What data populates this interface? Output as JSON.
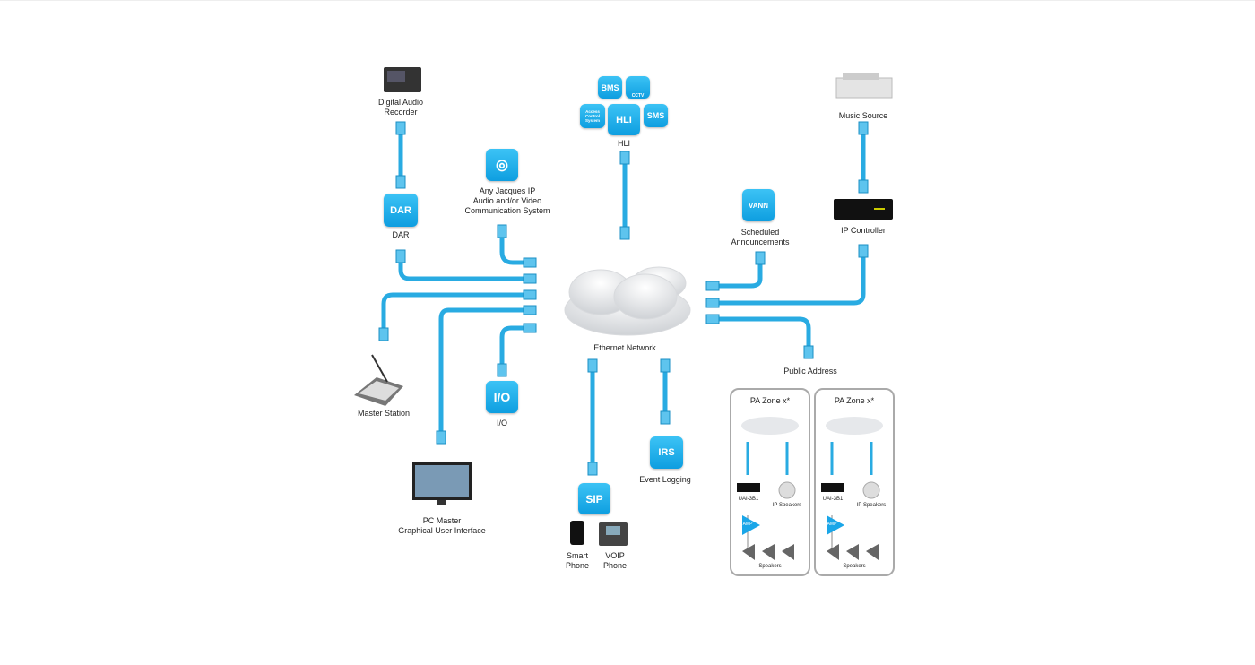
{
  "colors": {
    "cable": "#29abe2",
    "icon": "#1aa6e8"
  },
  "nodes": {
    "dar_device": [
      "Digital Audio",
      "Recorder"
    ],
    "dar": {
      "icon": "DAR",
      "label": "DAR"
    },
    "jacques": [
      "Any Jacques IP",
      "Audio and/or Video",
      "Communication System"
    ],
    "master": "Master Station",
    "pc": [
      "PC Master",
      "Graphical User Interface"
    ],
    "io": {
      "icon": "I/O",
      "label": "I/O"
    },
    "hli": {
      "icon": "HLI",
      "label": "HLI",
      "bms": "BMS",
      "cctv": "CCTV",
      "acs": [
        "Access",
        "Control",
        "System"
      ],
      "sms": "SMS"
    },
    "network": "Ethernet Network",
    "sip": {
      "icon": "SIP",
      "smart": [
        "Smart",
        "Phone"
      ],
      "voip": [
        "VOIP",
        "Phone"
      ]
    },
    "irs": {
      "icon": "IRS",
      "label": "Event Logging"
    },
    "vann": {
      "icon": "VANN",
      "label": [
        "Scheduled",
        "Announcements"
      ]
    },
    "music": "Music Source",
    "ipc": "IP Controller",
    "pa": "Public Address"
  },
  "zones": [
    {
      "title": "PA Zone x*",
      "uai": "UAI-3B1",
      "ips": "IP Speakers",
      "amp": "AMP",
      "speakers": "Speakers"
    },
    {
      "title": "PA Zone x*",
      "uai": "UAI-3B1",
      "ips": "IP Speakers",
      "amp": "AMP",
      "speakers": "Speakers"
    }
  ]
}
